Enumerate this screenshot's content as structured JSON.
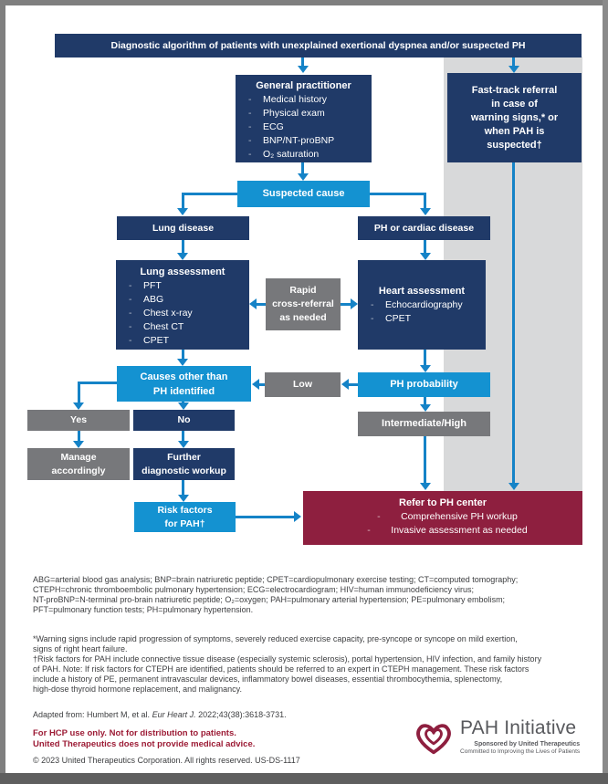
{
  "bullet": "-",
  "colors": {
    "navy": "#203a68",
    "light_blue": "#1492d1",
    "arrow_blue": "#1583c7",
    "gray_box": "#77787b",
    "gray_band": "#d8d9da",
    "crimson": "#8e1f3f",
    "red_text": "#9c1b35"
  },
  "title_bar": {
    "text": "Diagnostic algorithm of patients with unexplained exertional dyspnea and/or suspected PH"
  },
  "boxes": {
    "gp": {
      "title": "General practitioner",
      "items": [
        "Medical history",
        "Physical exam",
        "ECG",
        "BNP/NT-proBNP",
        "O₂ saturation"
      ]
    },
    "fast_track": {
      "lines": [
        "Fast-track referral",
        "in case of",
        "warning signs,* or",
        "when PAH is",
        "suspected†"
      ]
    },
    "suspected_cause": {
      "label": "Suspected cause"
    },
    "lung_disease": {
      "label": "Lung disease"
    },
    "ph_cardiac": {
      "label": "PH or cardiac disease"
    },
    "lung_assessment": {
      "title": "Lung assessment",
      "items": [
        "PFT",
        "ABG",
        "Chest x-ray",
        "Chest CT",
        "CPET"
      ]
    },
    "rapid": {
      "lines": [
        "Rapid",
        "cross-referral",
        "as needed"
      ]
    },
    "heart_assessment": {
      "title": "Heart assessment",
      "items": [
        "Echocardiography",
        "CPET"
      ]
    },
    "causes": {
      "lines": [
        "Causes other than",
        "PH identified"
      ]
    },
    "low": {
      "label": "Low"
    },
    "ph_probability": {
      "label": "PH probability"
    },
    "yes": {
      "label": "Yes"
    },
    "no": {
      "label": "No"
    },
    "intermediate": {
      "label": "Intermediate/High"
    },
    "manage": {
      "lines": [
        "Manage",
        "accordingly"
      ]
    },
    "further": {
      "lines": [
        "Further",
        "diagnostic workup"
      ]
    },
    "risk_factors": {
      "lines": [
        "Risk factors",
        "for PAH†"
      ]
    },
    "refer": {
      "title": "Refer to PH center",
      "items": [
        "Comprehensive PH workup",
        "Invasive assessment as needed"
      ]
    }
  },
  "footnotes": {
    "abbreviations": [
      "ABG=arterial blood gas analysis; BNP=brain natriuretic peptide; CPET=cardiopulmonary exercise testing; CT=computed tomography;",
      "CTEPH=chronic thromboembolic pulmonary hypertension; ECG=electrocardiogram; HIV=human immunodeficiency virus;",
      "NT-proBNP=N-terminal pro-brain natriuretic peptide; O₂=oxygen; PAH=pulmonary arterial hypertension; PE=pulmonary embolism;",
      "PFT=pulmonary function tests; PH=pulmonary hypertension."
    ],
    "warning": [
      "*Warning signs include rapid progression of symptoms, severely reduced exercise capacity, pre-syncope or syncope on mild exertion,",
      "signs of right heart failure."
    ],
    "risk": [
      "†Risk factors for PAH include connective tissue disease (especially systemic sclerosis), portal hypertension, HIV infection, and family history",
      "of PAH. Note: If risk factors for CTEPH are identified, patients should be referred to an expert in CTEPH management. These risk factors",
      "include a history of PE, permanent intravascular devices, inflammatory bowel diseases, essential thrombocythemia, splenectomy,",
      "high-dose thyroid hormone replacement, and malignancy."
    ],
    "adapted": {
      "prefix": "Adapted from: Humbert M, et al. ",
      "journal": "Eur Heart J.",
      "suffix": " 2022;43(38):3618-3731."
    },
    "hcp": [
      "For HCP use only. Not for distribution to patients.",
      "United Therapeutics does not provide medical advice."
    ],
    "copyright": "© 2023 United Therapeutics Corporation. All rights reserved. US-DS-1117"
  },
  "logo": {
    "name": "PAH Initiative",
    "tagline1": "Sponsored by United Therapeutics",
    "tagline2": "Committed to Improving the Lives of Patients"
  }
}
